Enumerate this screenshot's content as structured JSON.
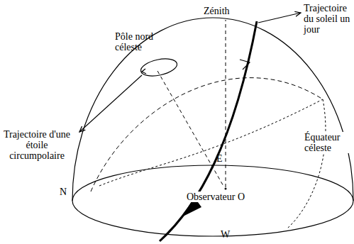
{
  "diagram": {
    "labels": [
      "Zénith",
      "Pôle nord céleste",
      "Trajectoire d'une étoile circumpolaire",
      "Trajectoire du soleil un jour",
      "Équateur céleste",
      "E",
      "N",
      "Observateur O",
      "W"
    ]
  }
}
